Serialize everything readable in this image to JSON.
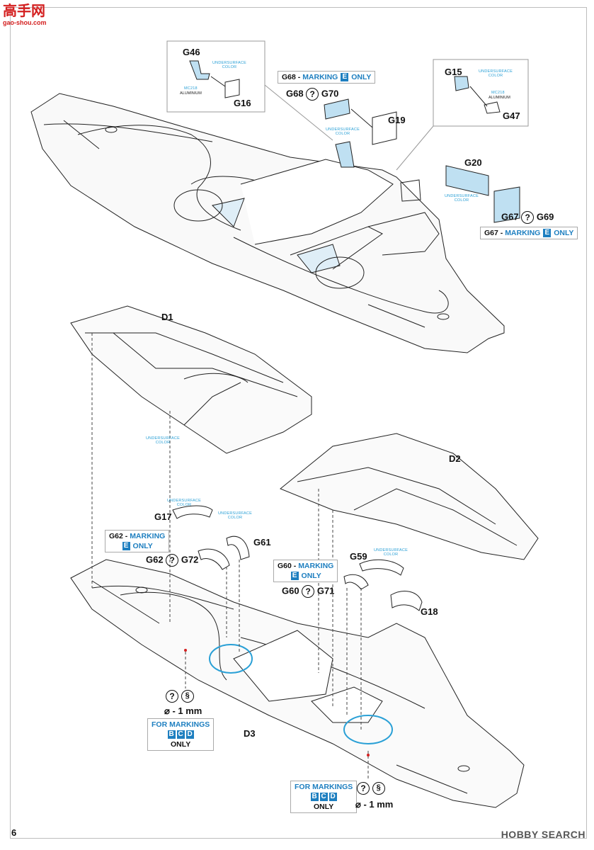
{
  "watermark": {
    "title": "高手网",
    "url": "gao-shou.com"
  },
  "page_number": "6",
  "footer_brand": "HOBBY SEARCH",
  "colors": {
    "blue": "#1e7fc0",
    "light_blue": "#2aa0d6",
    "part_blue": "#bfe0f2"
  },
  "parts": {
    "G46": "G46",
    "G16": "G16",
    "G15": "G15",
    "G47": "G47",
    "G19": "G19",
    "G20": "G20",
    "D1": "D1",
    "D2": "D2",
    "D3": "D3",
    "G17": "G17",
    "G61": "G61",
    "G59": "G59",
    "G18": "G18"
  },
  "options": {
    "g68_g70": {
      "a": "G68",
      "b": "G70"
    },
    "g67_g69": {
      "a": "G67",
      "b": "G69"
    },
    "g62_g72": {
      "a": "G62",
      "b": "G72"
    },
    "g60_g71": {
      "a": "G60",
      "b": "G71"
    }
  },
  "notes": {
    "g68": {
      "part": "G68 -",
      "word": "MARKING",
      "letter": "E",
      "only": "ONLY"
    },
    "g67": {
      "part": "G67 -",
      "word": "MARKING",
      "letter": "E",
      "only": "ONLY"
    },
    "g62": {
      "part": "G62 -",
      "word": "MARKING",
      "letter": "E",
      "only": "ONLY"
    },
    "g60": {
      "part": "G60 -",
      "word": "MARKING",
      "letter": "E",
      "only": "ONLY"
    },
    "bcd_left": {
      "line1": "FOR MARKINGS",
      "b": "B",
      "c": "C",
      "d": "D",
      "only": "ONLY"
    },
    "bcd_right": {
      "line1": "FOR MARKINGS",
      "b": "B",
      "c": "C",
      "d": "D",
      "only": "ONLY"
    }
  },
  "color_callouts": {
    "undersurface": "UNDERSURFACE\nCOLOR",
    "mc218": "MC218",
    "aluminium": "ALUMINIUM"
  },
  "drill": {
    "symbol_q": "?",
    "symbol_drill": "§",
    "size": "⌀ - 1 mm"
  }
}
